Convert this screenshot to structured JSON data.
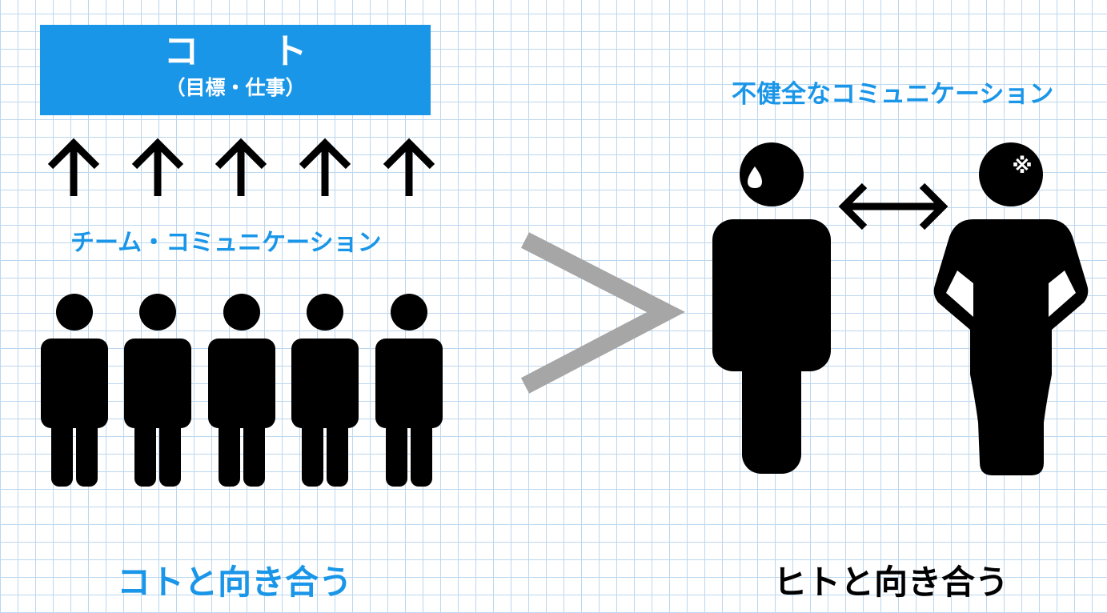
{
  "colors": {
    "accent": "#1a96e8",
    "black": "#000000",
    "gray": "#a6a6a6",
    "grid": "#bcd7ee"
  },
  "left": {
    "goal_box": {
      "title": "コ ト",
      "subtitle": "（目標・仕事）"
    },
    "arrow_icon": "arrow-up-icon",
    "team_label": "チーム・コミュニケーション",
    "person_icon": "person-icon",
    "caption": "コトと向き合う"
  },
  "comparison_symbol": ">",
  "right": {
    "unhealthy_label": "不健全なコミュニケーション",
    "sweat_mark": "sweat-drop-icon",
    "anger_mark": "※",
    "exchange_icon": "double-arrow-icon",
    "caption": "ヒトと向き合う"
  }
}
